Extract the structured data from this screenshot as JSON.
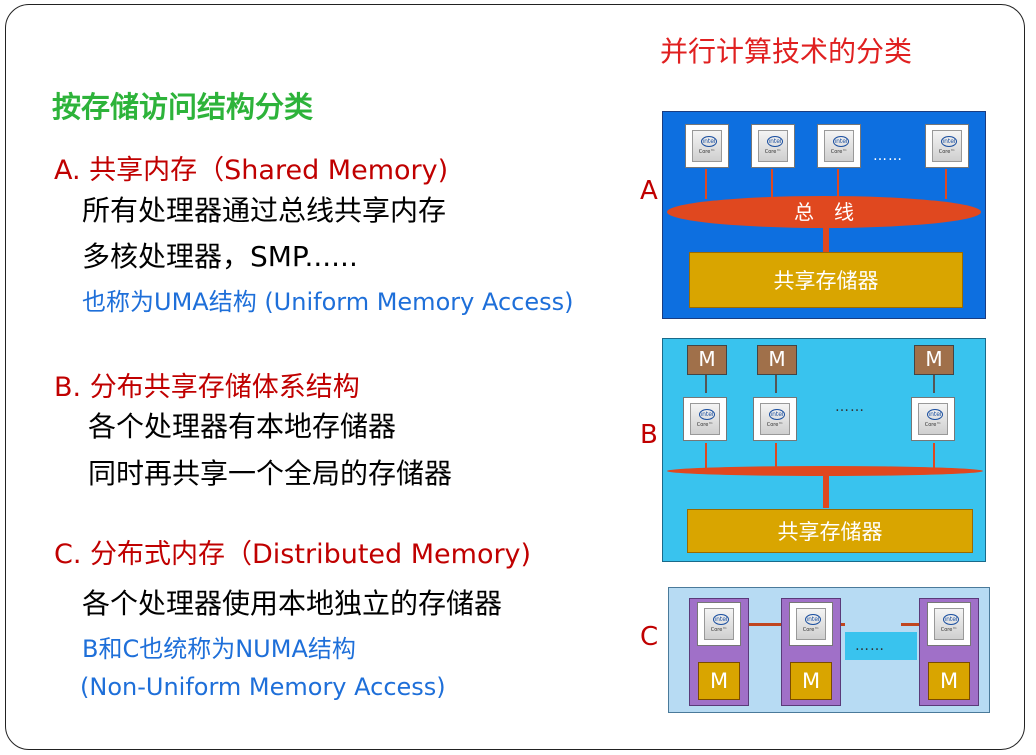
{
  "top_title": "并行计算技术的分类",
  "heading": "按存储访问结构分类",
  "sections": {
    "a": {
      "title": "A. 共享内存（Shared Memory)",
      "lines": [
        "所有处理器通过总线共享内存",
        "多核处理器，SMP......"
      ],
      "note": "也称为UMA结构 (Uniform Memory Access)"
    },
    "b": {
      "title": "B. 分布共享存储体系结构",
      "lines": [
        "各个处理器有本地存储器",
        "同时再共享一个全局的存储器"
      ]
    },
    "c": {
      "title": "C. 分布式内存（Distributed Memory)",
      "lines": [
        "各个处理器使用本地独立的存储器"
      ],
      "notes": [
        "B和C也统称为NUMA结构",
        "(Non-Uniform Memory Access)"
      ]
    }
  },
  "diagram": {
    "letters": [
      "A",
      "B",
      "C"
    ],
    "bus_label": "总　线",
    "shared_memory_label": "共享存储器",
    "memory_label": "M",
    "ellipsis": "……",
    "cpu_logo": "intel",
    "cpu_core": "Core™",
    "colors": {
      "panel_a": "#0d6fe0",
      "panel_b": "#39c3ee",
      "panel_c": "#b7dbf3",
      "bus": "#e0481f",
      "memory": "#d9a500"
    }
  }
}
